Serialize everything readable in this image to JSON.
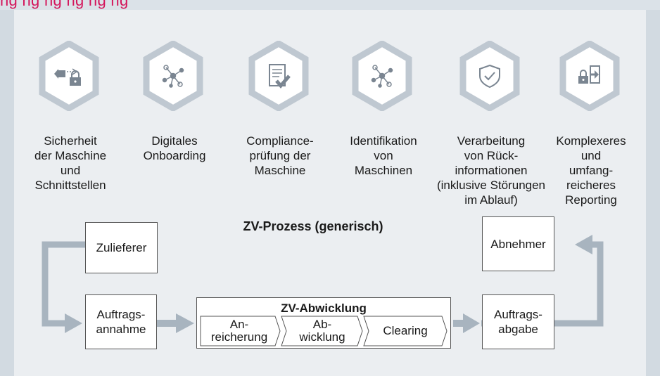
{
  "header_text": "ng   ng    ng    ng   ng    ng",
  "colors": {
    "background": "#d2dae1",
    "panel": "#ebeef1",
    "hexagon": "#bfc8d1",
    "icon": "#7a8591",
    "arrow": "#a8b4bf",
    "accent": "#d4145a"
  },
  "capabilities": [
    {
      "icon": "plug-lock-icon",
      "label": [
        "Sicherheit",
        "der Maschine",
        "und",
        "Schnittstellen"
      ]
    },
    {
      "icon": "network-nodes-icon",
      "label": [
        "Digitales",
        "Onboarding"
      ]
    },
    {
      "icon": "document-check-icon",
      "label": [
        "Compliance-",
        "prüfung der",
        "Maschine"
      ]
    },
    {
      "icon": "network-nodes-icon",
      "label": [
        "Identifikation",
        "von",
        "Maschinen"
      ]
    },
    {
      "icon": "shield-check-icon",
      "label": [
        "Verarbeitung",
        "von Rück-",
        "informationen",
        "(inklusive Störungen",
        "im Ablauf)"
      ]
    },
    {
      "icon": "lock-arrows-icon",
      "label": [
        "Komplexeres",
        "und",
        "umfang-",
        "reicheres",
        "Reporting"
      ]
    }
  ],
  "process": {
    "title": "ZV-Prozess (generisch)",
    "supplier": "Zulieferer",
    "customer": "Abnehmer",
    "order_intake": [
      "Auftrags-",
      "annahme"
    ],
    "order_output": [
      "Auftrags-",
      "abgabe"
    ],
    "handling": {
      "title": "ZV-Abwicklung",
      "steps": [
        [
          "An-",
          "reicherung"
        ],
        [
          "Ab-",
          "wicklung"
        ],
        [
          "Clearing"
        ]
      ]
    }
  }
}
